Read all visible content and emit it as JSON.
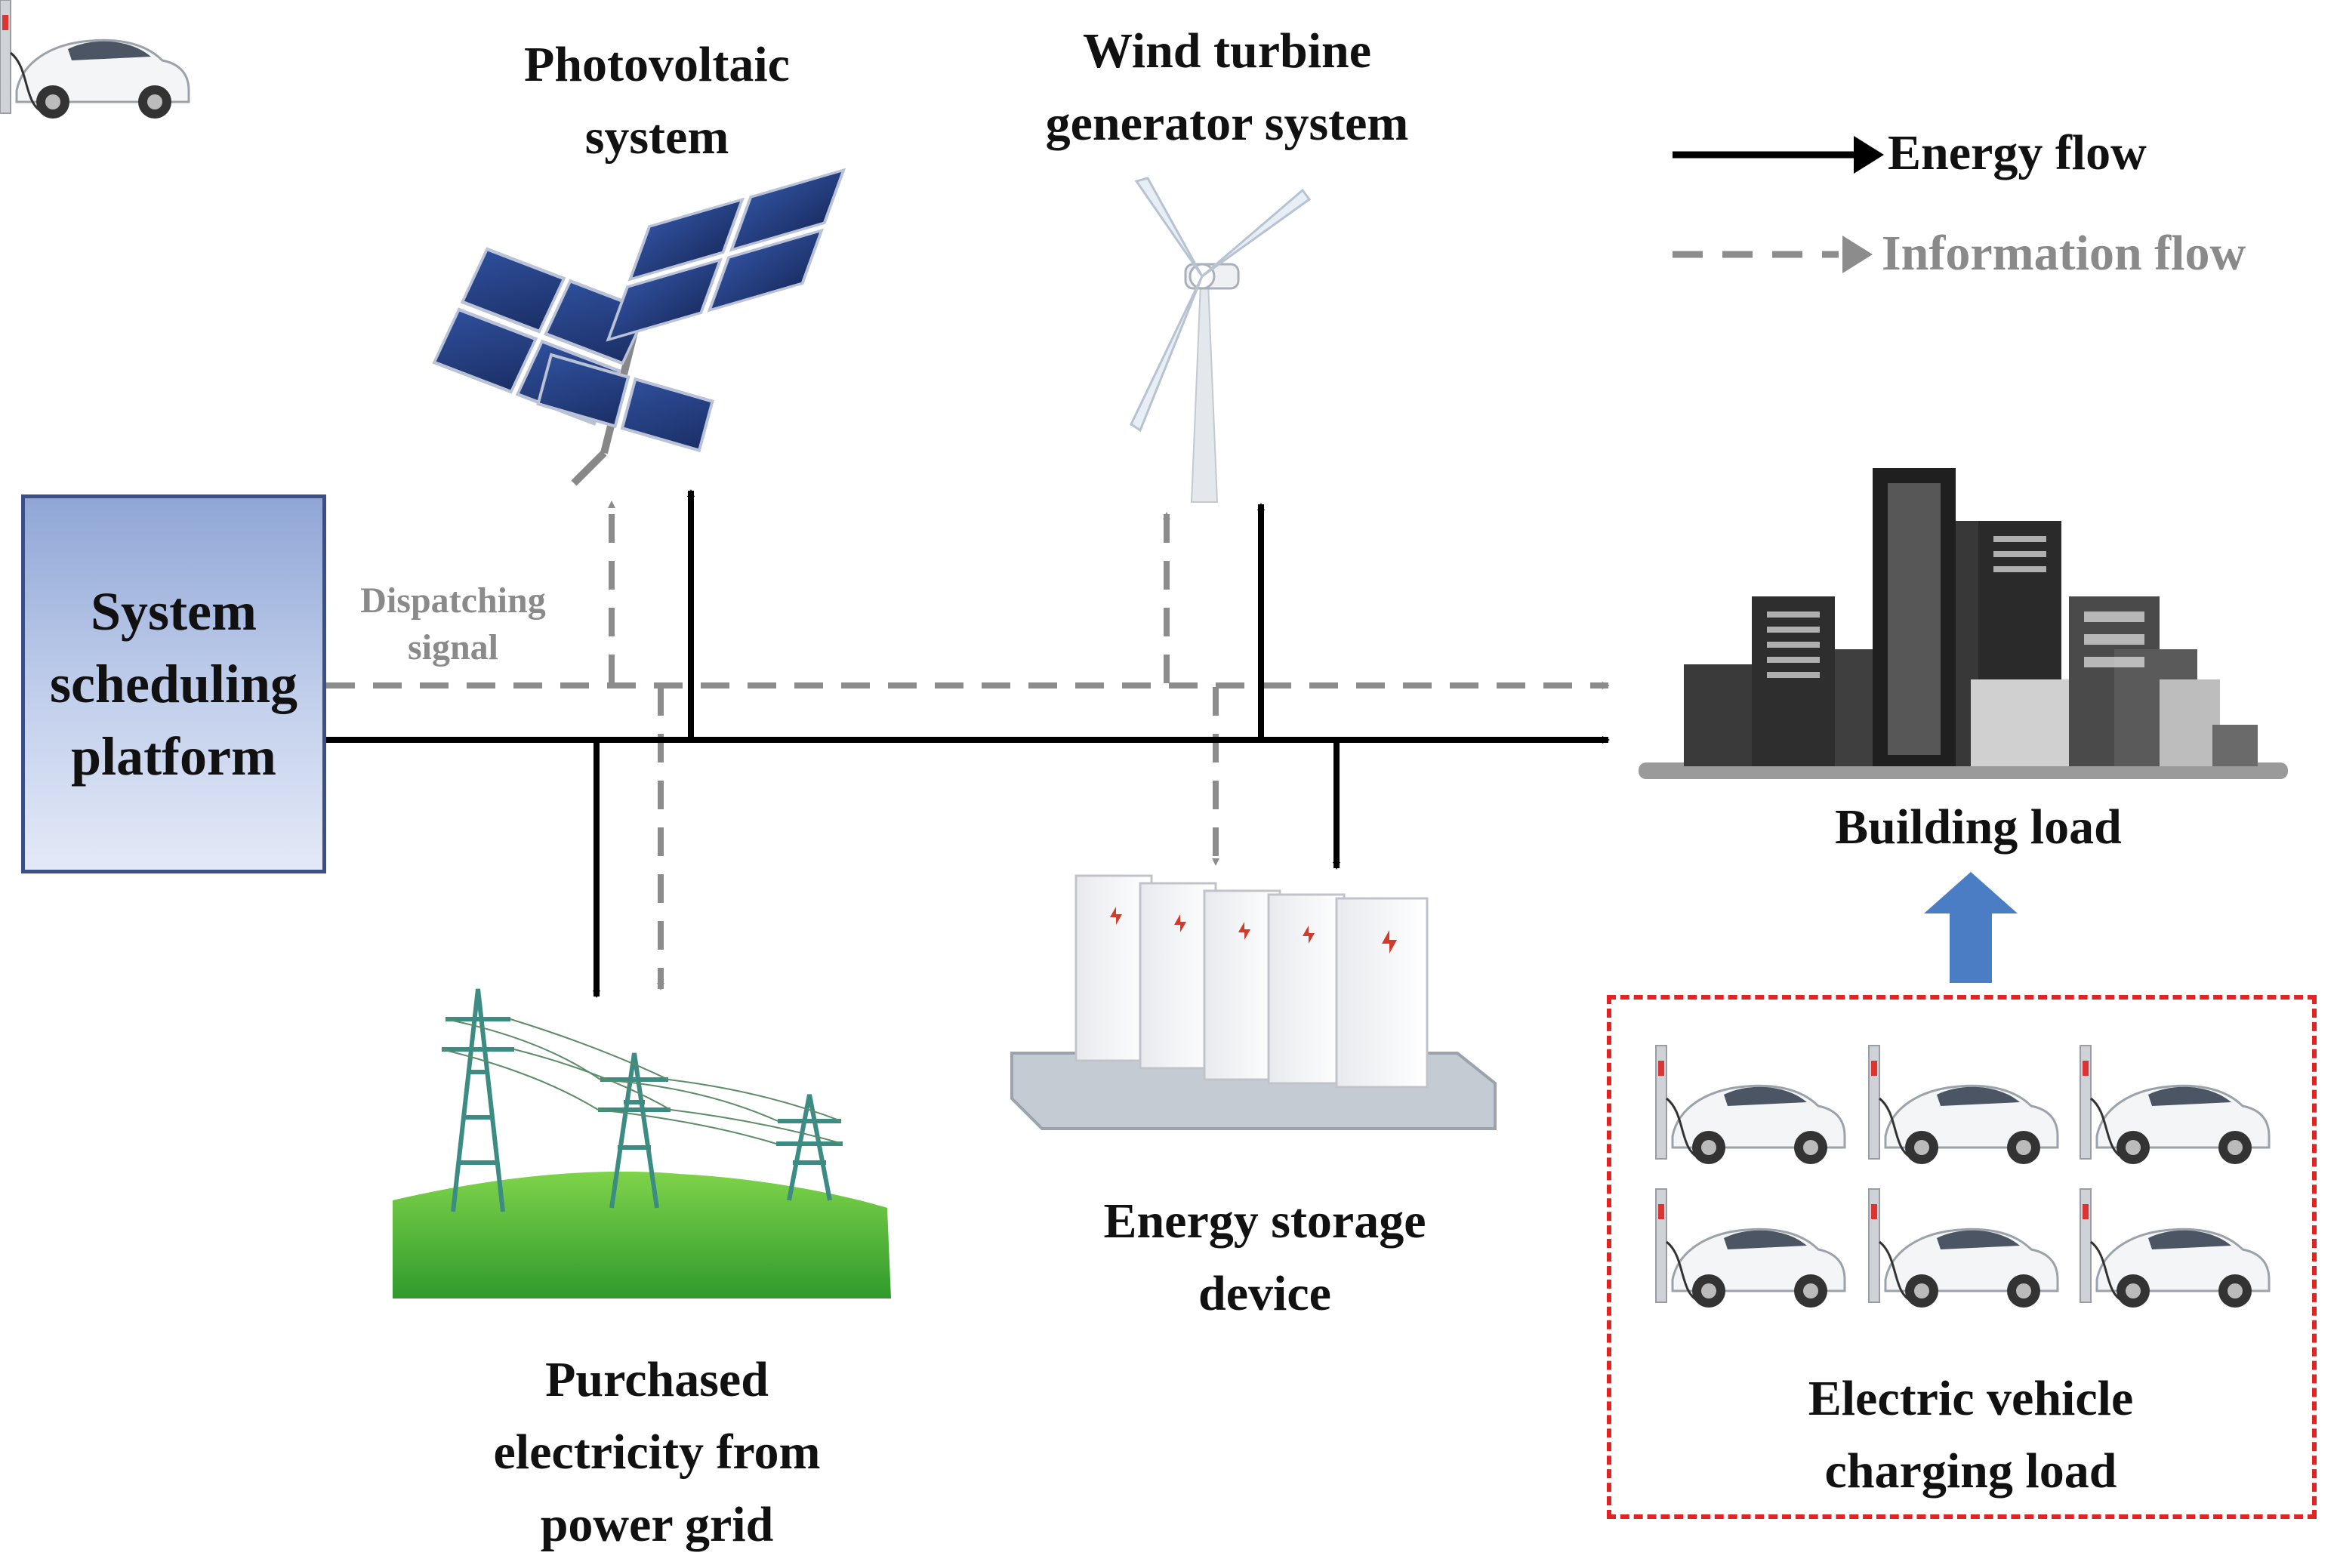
{
  "legend": {
    "energy_flow": "Energy flow",
    "information_flow": "Information flow"
  },
  "labels": {
    "photovoltaic": [
      "Photovoltaic",
      "system"
    ],
    "wind": [
      "Wind turbine",
      "generator system"
    ],
    "platform": [
      "System",
      "scheduling",
      "platform"
    ],
    "dispatching": [
      "Dispatching",
      "signal"
    ],
    "building": "Building load",
    "storage": [
      "Energy storage",
      "device"
    ],
    "grid": [
      "Purchased",
      "electricity from",
      "power grid"
    ],
    "ev": [
      "Electric vehicle",
      "charging load"
    ]
  },
  "colors": {
    "energy": "#000000",
    "information": "#8c8c8c",
    "platform_border": "#3b4f86",
    "ev_border": "#e32222",
    "ev_arrow": "#4a7dc4"
  },
  "icons": [
    "solar-panel-icon",
    "wind-turbine-icon",
    "city-buildings-icon",
    "battery-storage-icon",
    "power-grid-icon",
    "electric-car-charger-icon"
  ]
}
